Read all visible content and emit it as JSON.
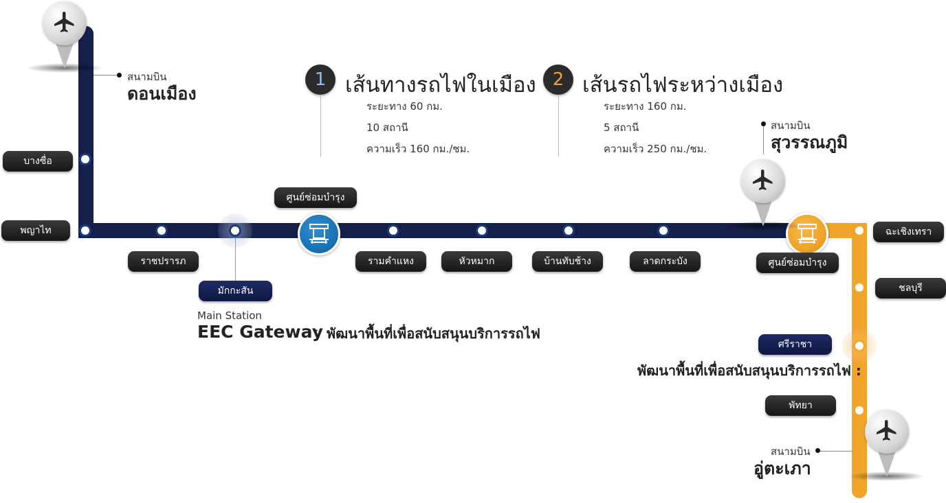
{
  "colors": {
    "city_line": "#15204a",
    "intercity_line": "#f0a42a",
    "depot_blue": "#1a73b6",
    "depot_orange": "#f0a42a"
  },
  "airports": {
    "don_mueang": {
      "small": "สนามบิน",
      "name": "ดอนเมือง",
      "icon": "airplane-icon"
    },
    "suvarnabhumi": {
      "small": "สนามบิน",
      "name": "สุวรรณภูมิ",
      "icon": "airplane-icon"
    },
    "u_tapao": {
      "small": "สนามบิน",
      "name": "อู่ตะเภา",
      "icon": "airplane-icon"
    }
  },
  "routes": [
    {
      "number": "1",
      "title": "เส้นทางรถไฟในเมือง",
      "distance": "ระยะทาง  60  กม.",
      "stations": "10 สถานี",
      "speed": "ความเร็ว 160 กม./ชม."
    },
    {
      "number": "2",
      "title": "เส้นรถไฟระหว่างเมือง",
      "distance": "ระยะทาง  160  กม.",
      "stations": "5 สถานี",
      "speed": "ความเร็ว 250 กม./ชม."
    }
  ],
  "stations": {
    "bang_sue": "บางซื่อ",
    "phaya_thai": "พญาไท",
    "ratchaprarop": "ราชปรารภ",
    "makkasan": "มักกะสัน",
    "ramkhamhaeng": "รามคำแหง",
    "hua_mak": "หัวหมาก",
    "ban_thap_chang": "บ้านทับช้าง",
    "lat_krabang": "ลาดกระบัง",
    "chachoengsao": "ฉะเชิงเทรา",
    "chonburi": "ชลบุรี",
    "si_racha": "ศรีราชา",
    "pattaya": "พัทยา"
  },
  "depots": {
    "city": {
      "label": "ศูนย์ซ่อมบำรุง",
      "icon": "maintenance-icon"
    },
    "intercity": {
      "label": "ศูนย์ซ่อมบำรุง",
      "icon": "maintenance-icon"
    }
  },
  "eec": {
    "small": "Main Station",
    "name": "EEC Gateway",
    "colon": ":",
    "desc": "พัฒนาพื้นที่เพื่อสนับสนุนบริการรถไฟ"
  },
  "si_racha_note": "พัฒนาพื้นที่เพื่อสนับสนุนบริการรถไฟ :"
}
